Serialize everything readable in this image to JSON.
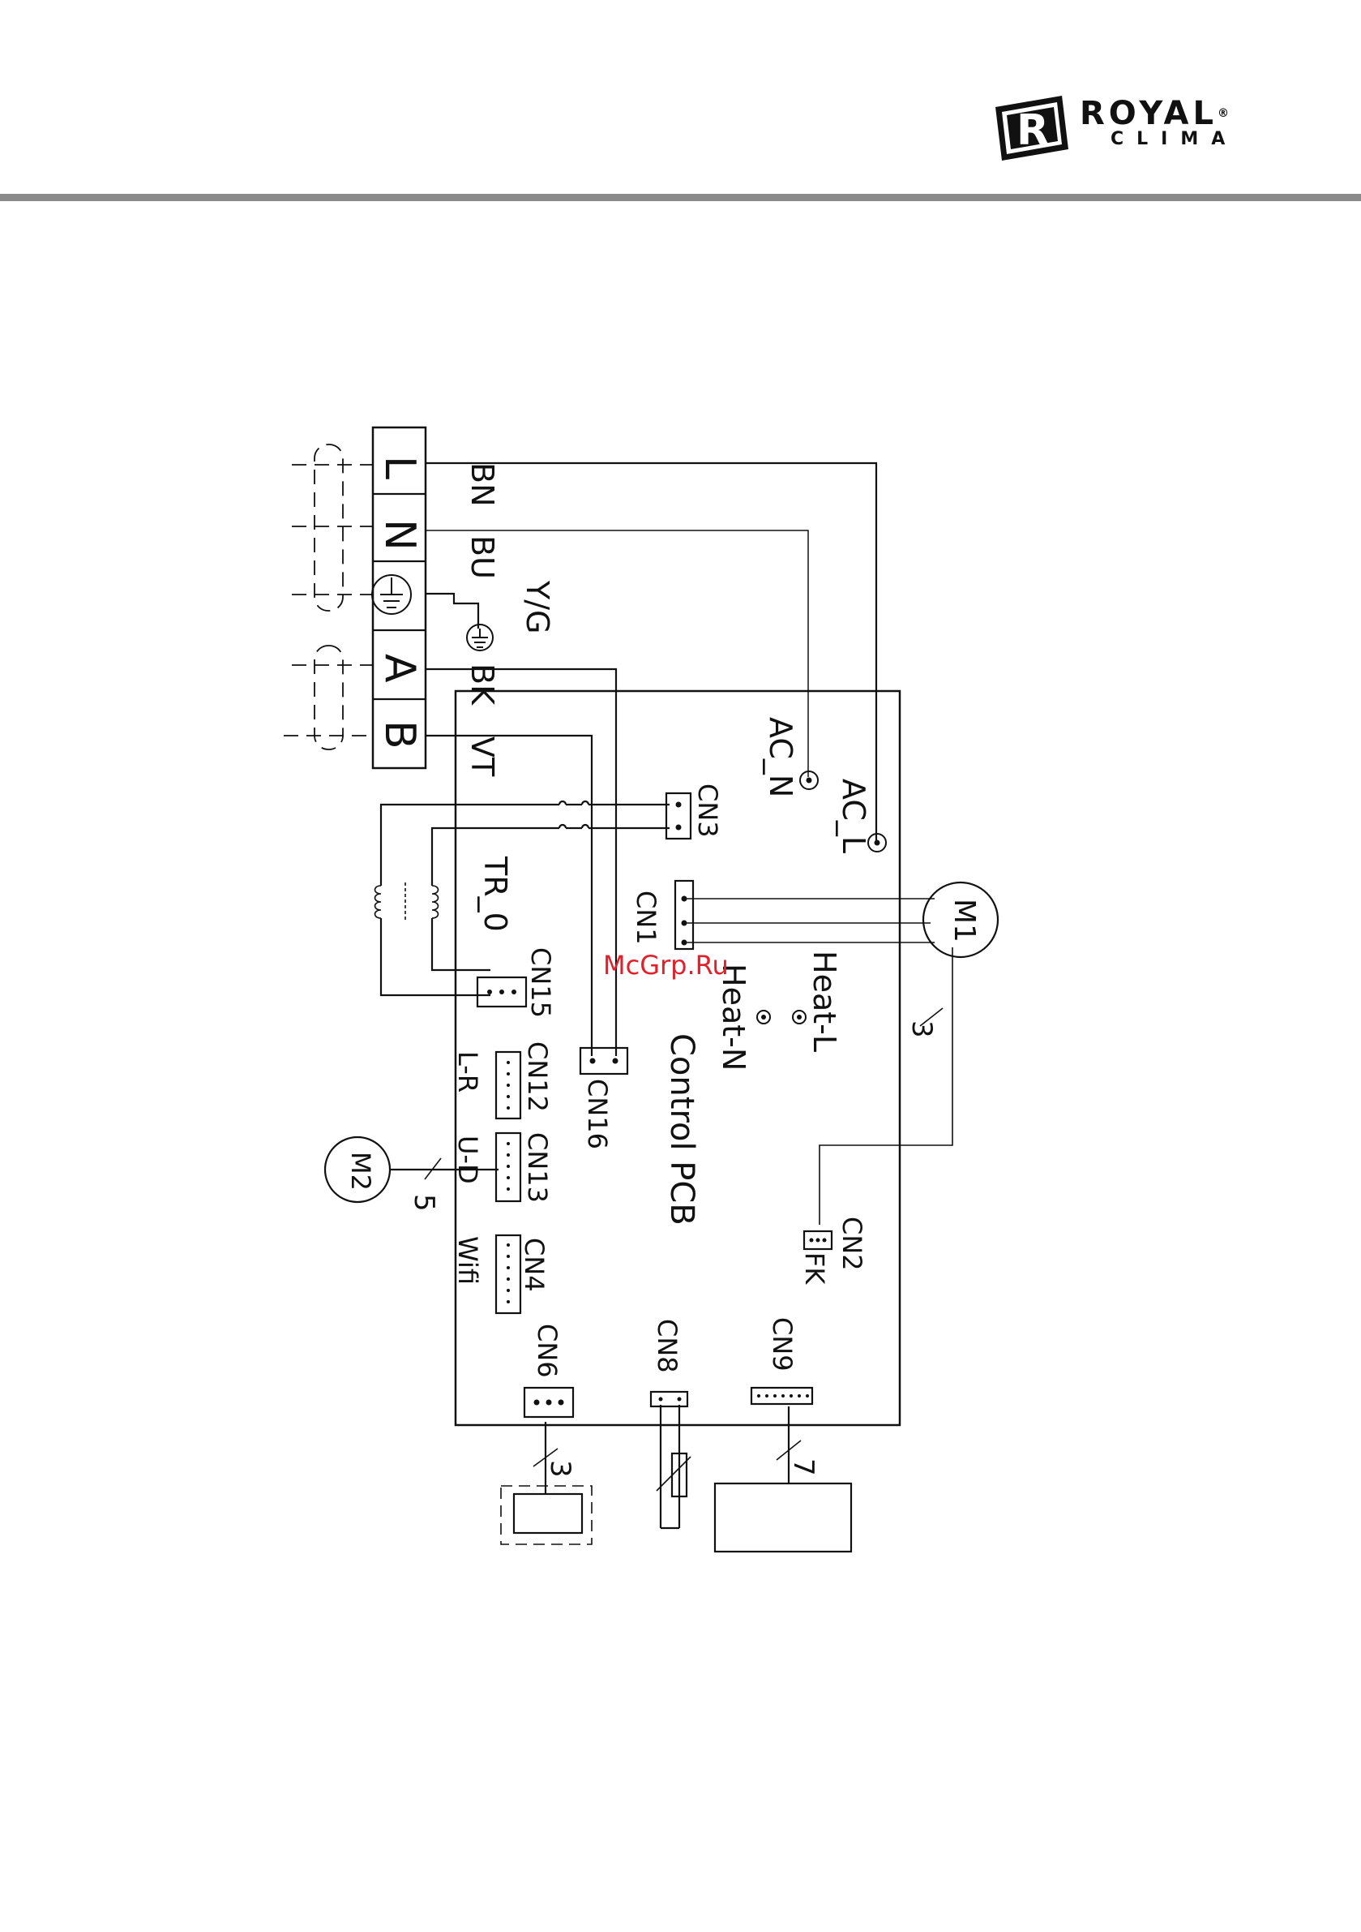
{
  "brand": {
    "name": "ROYAL",
    "registered": "®",
    "sub": "CLIMA",
    "monogram": "R"
  },
  "watermark": "McGrp.Ru",
  "diagram": {
    "terminals": [
      "L",
      "N",
      "A",
      "B"
    ],
    "wire_colors": [
      "BN",
      "BU",
      "Y/G",
      "BK",
      "VT"
    ],
    "board_label": "Control PCB",
    "connectors": {
      "ac_n": "AC_N",
      "ac_l": "AC_L",
      "cn3": "CN3",
      "cn1": "CN1",
      "cn15": "CN15",
      "cn16": "CN16",
      "cn12": "CN12",
      "cn13": "CN13",
      "cn4": "CN4",
      "cn6": "CN6",
      "cn8": "CN8",
      "cn9": "CN9",
      "cn2": "CN2"
    },
    "labels": {
      "transformer": "TR_0",
      "heat_l": "Heat-L",
      "heat_n": "Heat-N",
      "lr": "L-R",
      "ud": "U-D",
      "wifi": "Wifi",
      "fk": "FK"
    },
    "motors": {
      "m1": "M1",
      "m2": "M2"
    },
    "wire_counts": {
      "m1": "3",
      "m2": "5",
      "cn6": "3",
      "cn9": "7"
    }
  }
}
